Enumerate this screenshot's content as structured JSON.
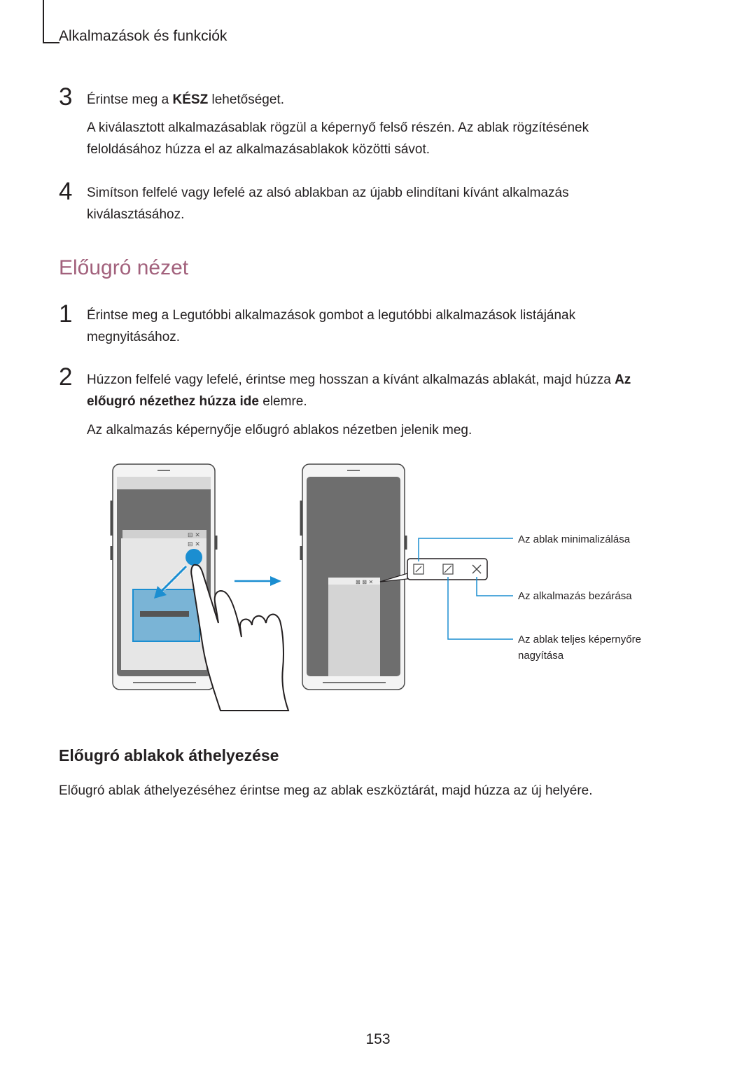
{
  "header": {
    "title": "Alkalmazások és funkciók"
  },
  "steps_top": [
    {
      "number": "3",
      "line_pre": "Érintse meg a ",
      "line_bold": "KÉSZ",
      "line_post": " lehetőséget.",
      "detail": "A kiválasztott alkalmazásablak rögzül a képernyő felső részén. Az ablak rögzítésének feloldásához húzza el az alkalmazásablakok közötti sávot."
    },
    {
      "number": "4",
      "text": "Simítson felfelé vagy lefelé az alsó ablakban az újabb elindítani kívánt alkalmazás kiválasztásához."
    }
  ],
  "section": {
    "title": "Előugró nézet"
  },
  "steps_section": [
    {
      "number": "1",
      "text": "Érintse meg a Legutóbbi alkalmazások gombot a legutóbbi alkalmazások listájának megnyitásához."
    },
    {
      "number": "2",
      "text_pre": "Húzzon felfelé vagy lefelé, érintse meg hosszan a kívánt alkalmazás ablakát, majd húzza ",
      "text_bold": "Az előugró nézethez húzza ide",
      "text_post": " elemre.",
      "detail": "Az alkalmazás képernyője előugró ablakos nézetben jelenik meg."
    }
  ],
  "illustration": {
    "callouts": {
      "minimize": "Az ablak minimalizálása",
      "close": "Az alkalmazás bezárása",
      "maximize_line1": "Az ablak teljes képernyőre",
      "maximize_line2": "nagyítása"
    },
    "icons": [
      "minimize-icon",
      "expand-icon",
      "close-icon",
      "arrow-right-icon",
      "hand-icon"
    ],
    "colors": {
      "accent": "#1b8ed1",
      "drop_zone": "#7ab4d6"
    }
  },
  "subsection": {
    "title": "Előugró ablakok áthelyezése",
    "text": "Előugró ablak áthelyezéséhez érintse meg az ablak eszköztárát, majd húzza az új helyére."
  },
  "footer": {
    "page_number": "153"
  },
  "colors": {
    "section_title": "#a2617c",
    "text": "#231f20"
  }
}
